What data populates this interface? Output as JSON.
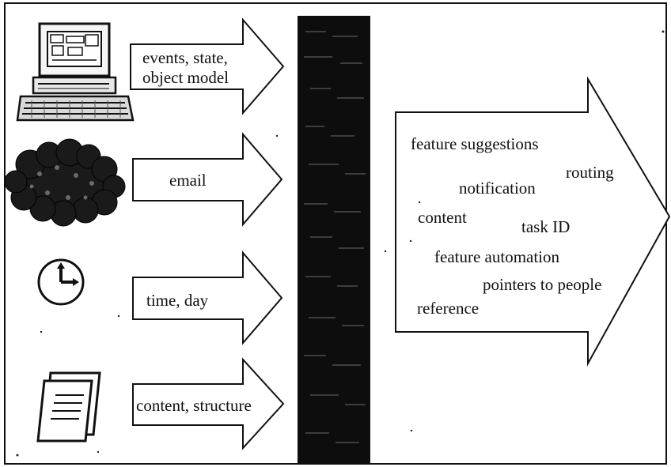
{
  "inputs": [
    {
      "id": "computer",
      "icon": "computer-icon",
      "label_lines": [
        "events, state,",
        "object model"
      ]
    },
    {
      "id": "network",
      "icon": "network-cloud-icon",
      "label_lines": [
        "email"
      ]
    },
    {
      "id": "clock",
      "icon": "clock-icon",
      "label_lines": [
        "time, day"
      ]
    },
    {
      "id": "documents",
      "icon": "document-icon",
      "label_lines": [
        "content, structure"
      ]
    }
  ],
  "outputs": [
    "feature suggestions",
    "routing",
    "notification",
    "content",
    "task ID",
    "feature automation",
    "pointers to people",
    "reference"
  ],
  "colors": {
    "ink": "#111111",
    "processor_band": "#0d0d0d",
    "background": "#ffffff"
  }
}
